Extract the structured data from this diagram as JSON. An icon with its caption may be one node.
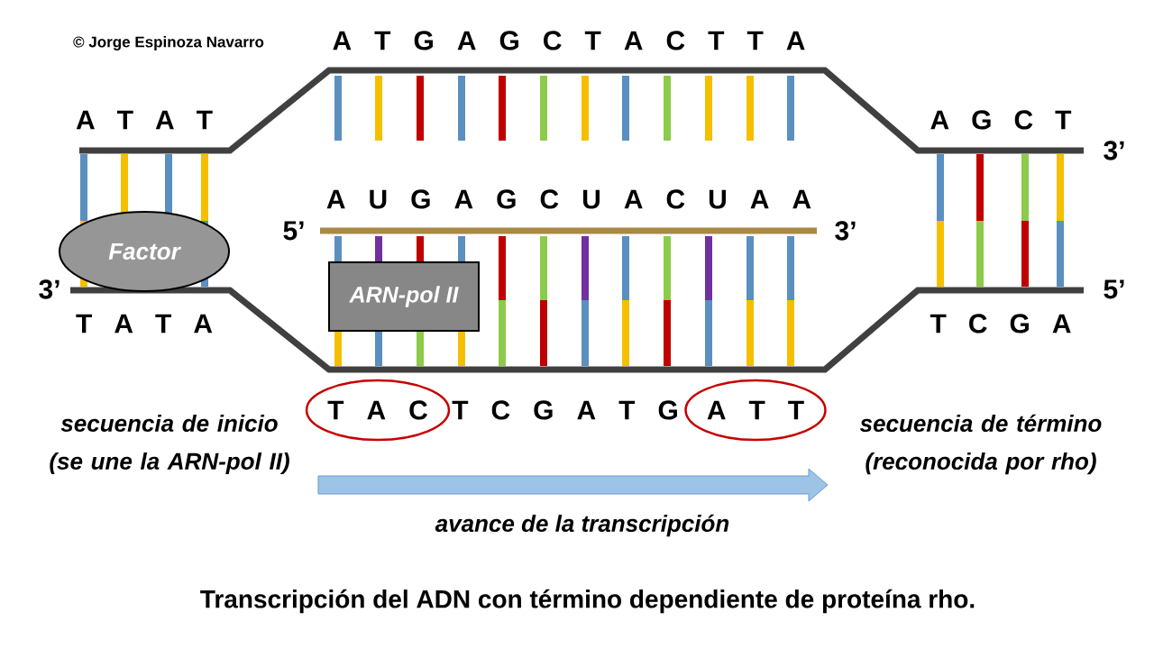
{
  "diagram": {
    "caption": "Transcripción del ADN con término dependiente de proteína rho.",
    "nodes": [
      {
        "text": [
          "Factor"
        ]
      },
      {
        "text": [
          "ARN-pol II"
        ]
      },
      {
        "text": [
          "T A C"
        ]
      },
      {
        "text": [
          "A T T"
        ]
      }
    ],
    "labels": [
      "© Jorge Espinoza Navarro",
      "A T G A G C T A C T T A",
      "A T A T",
      "A G C T",
      "3’",
      "A U G A G C U A C U A A",
      "5’",
      "3’",
      "3’",
      "5’",
      "T A T A",
      "T C G A",
      "T C G A T G",
      "secuencia de inicio (se une la ARN-pol II)",
      "secuencia de término (reconocida por rho)",
      "avance de la transcripción"
    ]
  }
}
